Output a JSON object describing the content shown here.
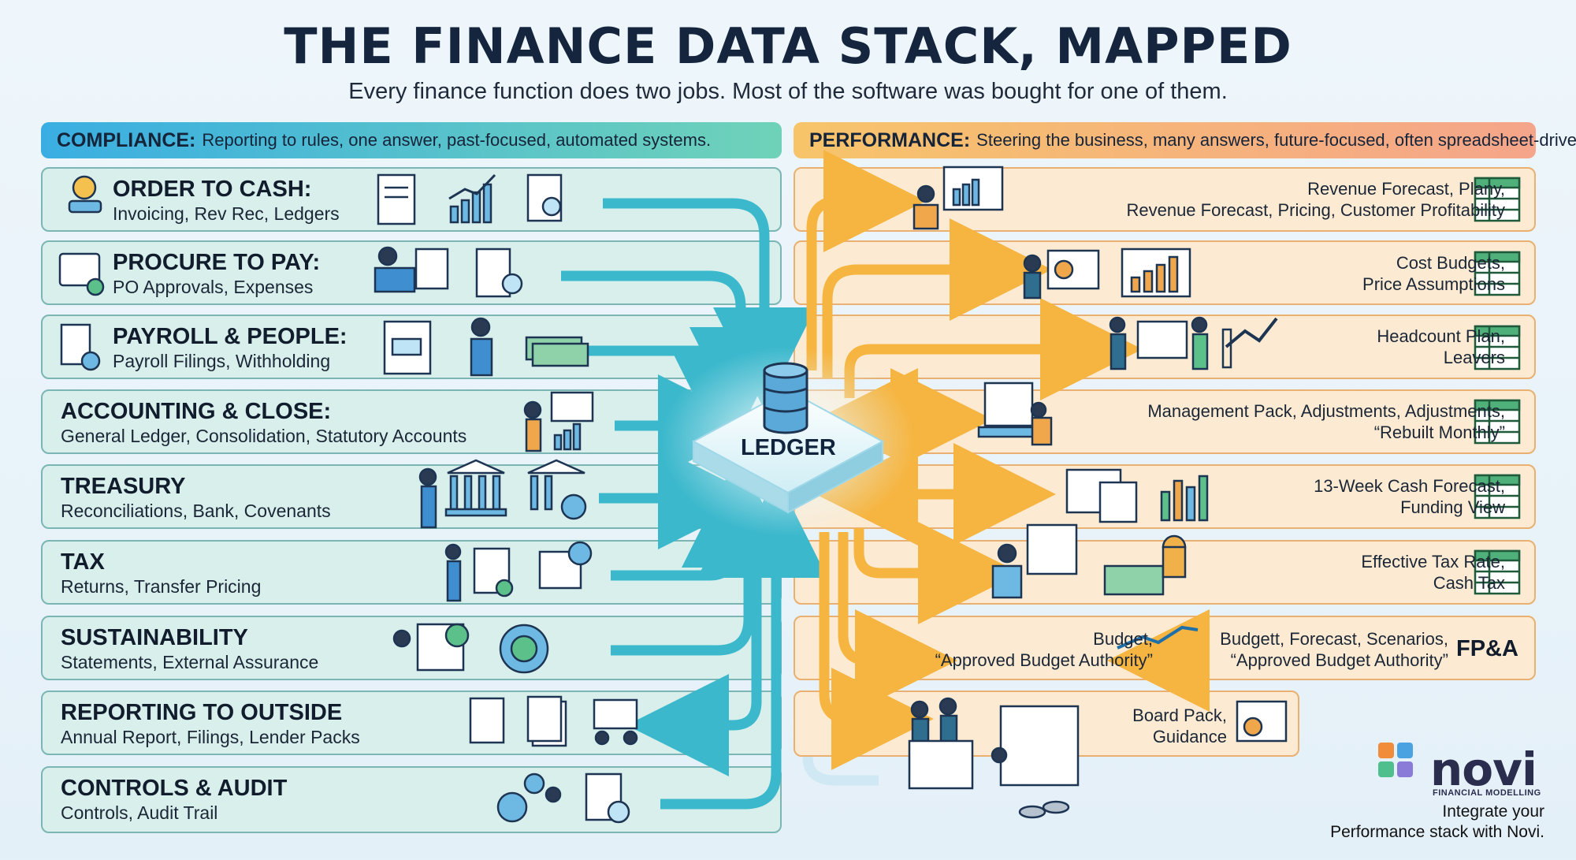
{
  "title": "THE FINANCE DATA STACK, MAPPED",
  "subtitle": "Every finance function does two jobs. Most of the software was bought for one of them.",
  "compliance": {
    "label": "COMPLIANCE:",
    "description": "Reporting to rules, one answer, past-focused, automated systems.",
    "rows": [
      {
        "heading": "ORDER TO CASH:",
        "sub": "Invoicing, Rev Rec, Ledgers"
      },
      {
        "heading": "PROCURE TO PAY:",
        "sub": "PO Approvals, Expenses"
      },
      {
        "heading": "PAYROLL & PEOPLE:",
        "sub": "Payroll Filings, Withholding"
      },
      {
        "heading": "ACCOUNTING & CLOSE:",
        "sub": "General Ledger, Consolidation, Statutory Accounts"
      },
      {
        "heading": "TREASURY",
        "sub": "Reconciliations, Bank, Covenants"
      },
      {
        "heading": "TAX",
        "sub": "Returns, Transfer Pricing"
      },
      {
        "heading": "SUSTAINABILITY",
        "sub": "Statements, External Assurance"
      },
      {
        "heading": "REPORTING TO OUTSIDE",
        "sub": "Annual Report, Filings, Lender Packs"
      },
      {
        "heading": "CONTROLS & AUDIT",
        "sub": "Controls, Audit Trail"
      }
    ]
  },
  "performance": {
    "label": "PERFORMANCE:",
    "description": "Steering the business, many answers, future-focused, often spreadsheet-driven.",
    "rows": [
      {
        "line1": "Revenue Forecast, Planу,",
        "line2": "Revenue Forecast, Pricing, Customer Profitability"
      },
      {
        "line1": "Cost Budgets,",
        "line2": "Price Assumptions"
      },
      {
        "line1": "Headcount Plan,",
        "line2": "Leavers"
      },
      {
        "line1": "Management Pack, Adjustments, Adjustments,",
        "line2": "“Rebuilt Monthly”"
      },
      {
        "line1": "13-Week Cash Forecast,",
        "line2": "Funding View"
      },
      {
        "line1": "Effective Tax Rate,",
        "line2": "Cash Tax"
      }
    ],
    "fpa": {
      "left_line1": "Budget,",
      "left_line2": "“Approved Budget Authority”",
      "right_line1": "Budgett, Forecast, Scenarios,",
      "right_line2": "“Approved Budget Authority”",
      "label": "FP&A"
    },
    "board": {
      "line1": "Board Pack,",
      "line2": "Guidance"
    }
  },
  "ledger_label": "LEDGER",
  "logo": {
    "word": "novi",
    "sub": "FINANCIAL MODELLING"
  },
  "tagline": {
    "line1": "Integrate your",
    "line2": "Performance stack with Novi."
  },
  "colors": {
    "compliance_accent": "#3aaee2",
    "compliance_arrow": "#3cb8cc",
    "performance_accent": "#f5b547",
    "performance_arrow": "#f6b541",
    "ink": "#14253d"
  }
}
